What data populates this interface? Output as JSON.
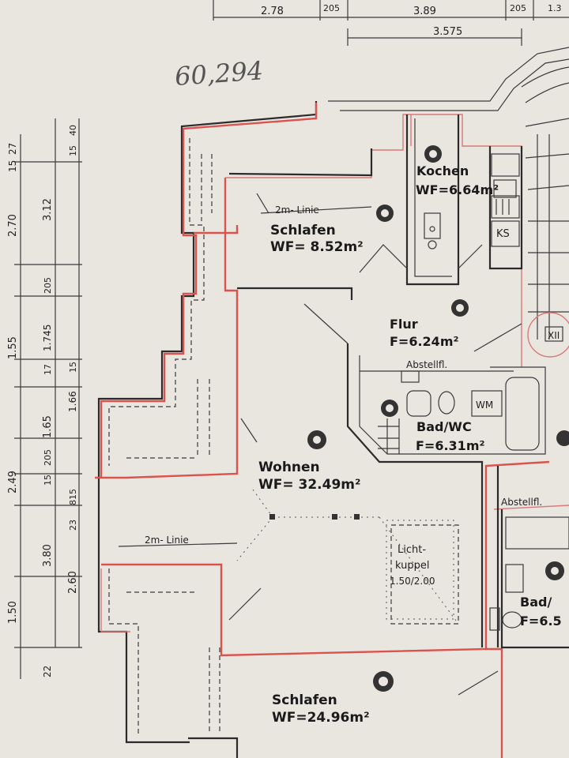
{
  "handwritten_area": "60,294",
  "top_dimensions": [
    "2.78",
    "205",
    "3.89",
    "205",
    "1.3",
    "3.575"
  ],
  "left_dimensions_outer": [
    "15",
    "27",
    "2.70",
    "205",
    "1.55",
    "17",
    "1.65",
    "205",
    "2.49",
    "3.80",
    "1.50",
    "22"
  ],
  "left_dimensions_inner": [
    "15",
    "40",
    "3.12",
    "1.745",
    "15",
    "1.66",
    "15",
    "815",
    "23",
    "2.60"
  ],
  "rooms": {
    "kochen": {
      "name": "Kochen",
      "area": "WF=6.64m²",
      "ks": "KS"
    },
    "schlafen_small": {
      "name": "Schlafen",
      "area": "WF= 8.52m²"
    },
    "flur": {
      "name": "Flur",
      "area": "F=6.24m²"
    },
    "abstellfl_1": "Abstellfl.",
    "bad_wc": {
      "name": "Bad/WC",
      "area": "F=6.31m²",
      "wm": "WM"
    },
    "wohnen": {
      "name": "Wohnen",
      "area": "WF= 32.49m²"
    },
    "lichtkuppel": {
      "line1": "Licht-",
      "line2": "kuppel",
      "line3": "1.50/2.00"
    },
    "abstellfl_2": "Abstellfl.",
    "bad_right": {
      "name": "Bad/",
      "area": "F=6.5"
    },
    "schlafen_large": {
      "name": "Schlafen",
      "area": "WF=24.96m²"
    }
  },
  "linie_labels": [
    "2m- Linie",
    "2m- Linie"
  ],
  "marker_xii": "XII"
}
